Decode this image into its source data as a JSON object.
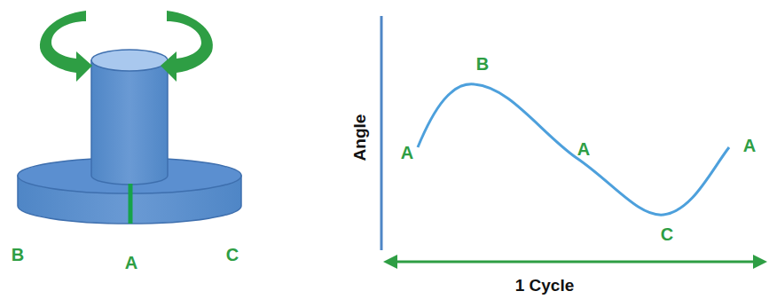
{
  "diagram": {
    "labels": [
      "B",
      "A",
      "C",
      "Angle",
      "B",
      "A",
      "A",
      "A",
      "C",
      "1 Cycle"
    ]
  }
}
